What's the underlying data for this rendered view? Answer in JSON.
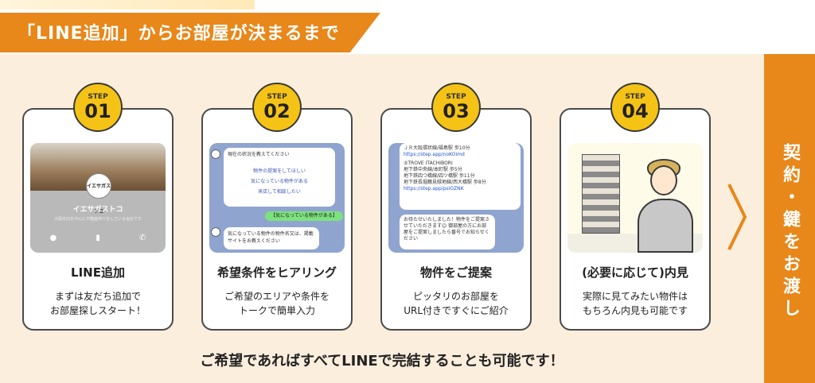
{
  "header": {
    "title": "「LINE追加」からお部屋が決まるまで"
  },
  "side": {
    "label": "契約・鍵をお渡し"
  },
  "steps": [
    {
      "step_label": "STEP",
      "number": "01",
      "title": "LINE追加",
      "desc_line1": "まずは友だち追加で",
      "desc_line2": "お部屋探しスタート！",
      "shot": {
        "logo": "イエサガストコ",
        "name": "イエサガストコ",
        "sub": "大阪市内を中心に不動産仲介をしている会社です"
      }
    },
    {
      "step_label": "STEP",
      "number": "02",
      "title": "希望条件をヒアリング",
      "desc_line1": "ご希望のエリアや条件を",
      "desc_line2": "トークで簡単入力",
      "shot": {
        "q_title": "現在の状況を教えてください",
        "opt1": "物件の提案をしてほしい",
        "opt2": "気になっている物件がある",
        "opt3": "来店して相談したい",
        "reply": "【気になっている物件がある】",
        "followup": "気になっている物件の物件名又は、掲載サイトをお教えください"
      }
    },
    {
      "step_label": "STEP",
      "number": "03",
      "title": "物件をご提案",
      "desc_line1": "ピッタリのお部屋を",
      "desc_line2": "URL付きですぐにご紹介",
      "shot": {
        "l1": "ＪＲ大阪環状線/福島駅 歩10分",
        "l2": "https://step.app/noKOimd",
        "l3": "⑤TROVE ITACHIBORI",
        "l4": "地下鉄中央線/本町駅 歩5分",
        "l5": "地下鉄四つ橋線/四ツ橋駅 歩11分",
        "l6": "地下鉄長堀鶴見緑地線/西大橋駅 歩8分",
        "l7": "https://step.app/psiOZNK",
        "b2": "お待たせいたしました！物件をご提案させていただきます😊 御部屋の方にお部屋をご提案しましたら番号でお知らせください"
      }
    },
    {
      "step_label": "STEP",
      "number": "04",
      "title": "(必要に応じて)内見",
      "desc_line1": "実際に見てみたい物件は",
      "desc_line2": "もちろん内見も可能です"
    }
  ],
  "footer": {
    "text": "ご希望であればすべてLINEで完結することも可能です！"
  },
  "colors": {
    "accent": "#e8871a",
    "badge": "#f5c316",
    "panel": "#fbeedd"
  }
}
